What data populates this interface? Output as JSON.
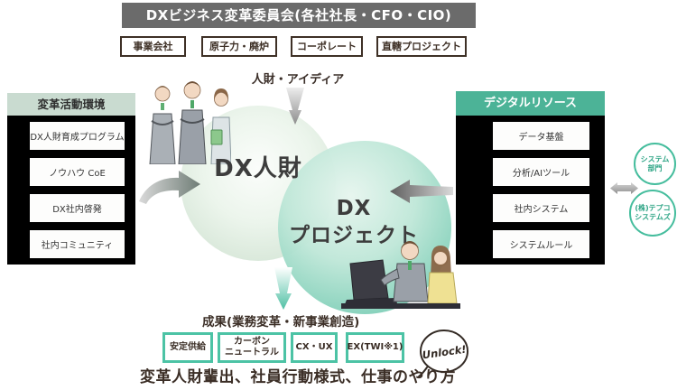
{
  "committee": {
    "title": "DXビジネス変革委員会(各社社長・CFO・CIO)",
    "groups": [
      "事業会社",
      "原子力・廃炉",
      "コーポレート",
      "直轄プロジェクト"
    ]
  },
  "left_panel": {
    "title": "変革活動環境",
    "items": [
      "DX人財育成プログラム",
      "ノウハウ CoE",
      "DX社内啓発",
      "社内コミュニティ"
    ]
  },
  "right_panel": {
    "title": "デジタルリソース",
    "items": [
      "データ基盤",
      "分析/AIツール",
      "社内システム",
      "システムルール"
    ]
  },
  "flow": {
    "input_label": "人財・アイディア"
  },
  "circles": {
    "left_label": "DX人財",
    "right_line1": "DX",
    "right_line2": "プロジェクト"
  },
  "partners": {
    "circle1_line1": "システム",
    "circle1_line2": "部門",
    "circle2_line1": "(株)テプコ",
    "circle2_line2": "システムズ"
  },
  "outcomes": {
    "title": "成果(業務変革・新事業創造)",
    "boxes": [
      "安定供給",
      "カーボン\nニュートラル",
      "CX・UX",
      "EX(TWI※1)"
    ],
    "unlock_label": "Unlock!",
    "footer": "変革人財輩出、社員行動様式、仕事のやり方"
  },
  "colors": {
    "banner_gray": "#6b6b6b",
    "panel_black": "#000000",
    "sage_header": "#c9dbd0",
    "teal_header": "#4cb397",
    "teal_border": "#4cc3a5",
    "dark_brown_text": "#3b2e26",
    "partner_green": "#2fa586"
  }
}
